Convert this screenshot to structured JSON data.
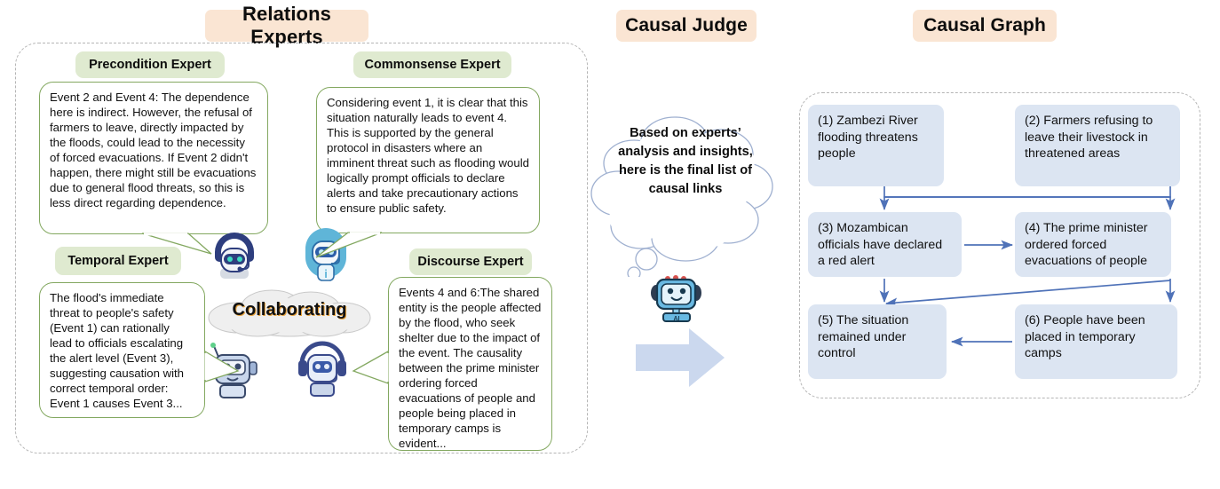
{
  "sections": {
    "relations": {
      "title": "Relations Experts"
    },
    "judge": {
      "title": "Causal Judge"
    },
    "graph": {
      "title": "Causal Graph"
    }
  },
  "experts": [
    {
      "id": "precondition",
      "badge": "Precondition Expert",
      "message": "Event 2 and Event 4: The dependence here is indirect. However, the refusal of farmers to leave, directly impacted by the floods, could lead to the necessity of forced evacuations. If Event 2 didn't happen, there might still be evacuations due to general flood threats, so this is less direct regarding dependence."
    },
    {
      "id": "commonsense",
      "badge": "Commonsense Expert",
      "message": "Considering event 1, it is clear that this situation naturally leads to  event 4. This is supported by the general protocol in disasters where an imminent threat such as flooding would logically prompt officials to declare alerts and take precautionary actions to ensure public safety."
    },
    {
      "id": "temporal",
      "badge": "Temporal Expert",
      "message": "The flood's immediate threat to people's safety (Event 1) can rationally lead to officials escalating the alert level (Event 3), suggesting causation with correct temporal order: Event 1 causes Event 3..."
    },
    {
      "id": "discourse",
      "badge": "Discourse Expert",
      "message": "Events 4 and 6:The shared entity is the people affected by the flood, who seek shelter due to the impact of the event.  The causality between the prime minister ordering forced evacuations of people and people being placed in temporary camps is evident..."
    }
  ],
  "collaboration": {
    "cloud_label": "Collaborating",
    "robot_names": [
      "headset-robot-icon",
      "info-robot-icon",
      "antenna-robot-icon",
      "headphones-robot-icon"
    ]
  },
  "judge": {
    "thought": "Based on experts’ analysis and insights, here is the final list of causal links",
    "robot_name": "ai-judge-robot-icon",
    "arrow_name": "flow-right-arrow-icon"
  },
  "causal_graph": {
    "events": [
      {
        "id": 1,
        "label": "(1) Zambezi River flooding threatens people"
      },
      {
        "id": 2,
        "label": "(2) Farmers refusing to leave their livestock in threatened areas"
      },
      {
        "id": 3,
        "label": "(3) Mozambican officials have declared a red alert"
      },
      {
        "id": 4,
        "label": "(4) The prime minister ordered forced evacuations of people"
      },
      {
        "id": 5,
        "label": "(5) The situation remained under control"
      },
      {
        "id": 6,
        "label": "(6) People have been placed in temporary camps"
      }
    ],
    "links": [
      {
        "from": 1,
        "to": 4
      },
      {
        "from": 2,
        "to": 3
      },
      {
        "from": 3,
        "to": 4
      },
      {
        "from": 3,
        "to": 5
      },
      {
        "from": 4,
        "to": 6
      },
      {
        "from": 4,
        "to": 5
      },
      {
        "from": 6,
        "to": 5
      }
    ]
  },
  "colors": {
    "section_badge": "#FAE5D3",
    "expert_badge": "#DFEAD0",
    "bubble_border": "#83A860",
    "event_box": "#DCE5F2",
    "arrow": "#4F72B8",
    "panel_border": "#b5b5b5"
  }
}
